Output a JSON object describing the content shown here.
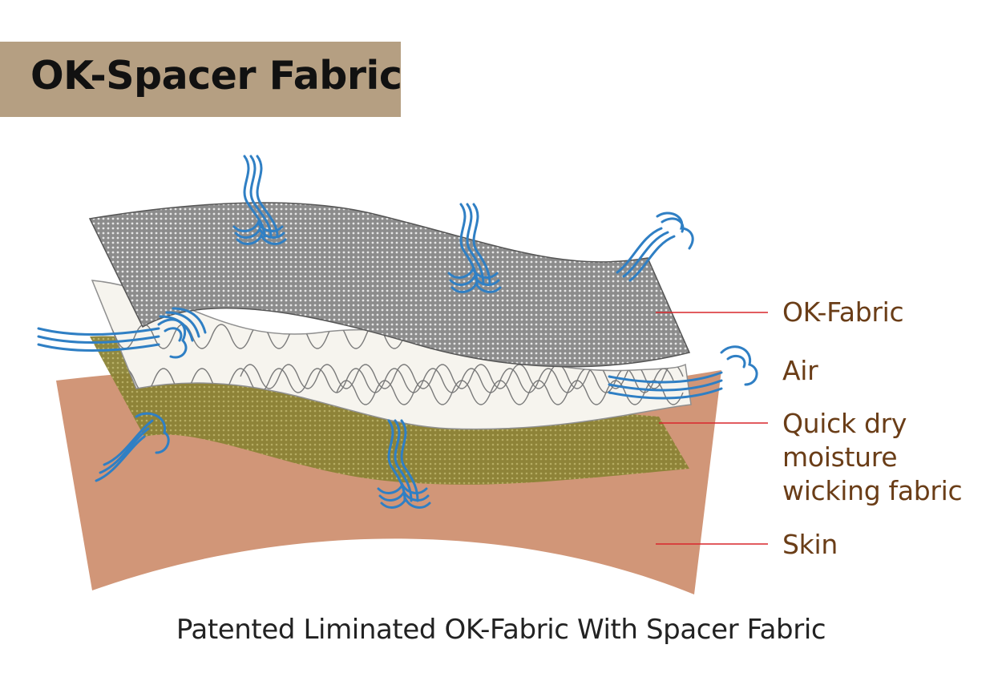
{
  "title": "OK-Spacer Fabric",
  "labels": {
    "ok_fabric": "OK-Fabric",
    "air": "Air",
    "quick_dry_line1": "Quick dry",
    "quick_dry_line2": "moisture",
    "quick_dry_line3": "wicking fabric",
    "skin": "Skin"
  },
  "caption": "Patented Liminated OK-Fabric With Spacer Fabric",
  "colors": {
    "title_bg": "#b59f82",
    "ok_fabric_layer": "#8c8c8c",
    "spacer_layer": "#f6f4ee",
    "wicking_layer": "#8a8235",
    "skin_layer": "#d19678",
    "air_flow": "#2f7fc4",
    "leader_line": "#d9262c",
    "label_text": "#6a3d17"
  }
}
